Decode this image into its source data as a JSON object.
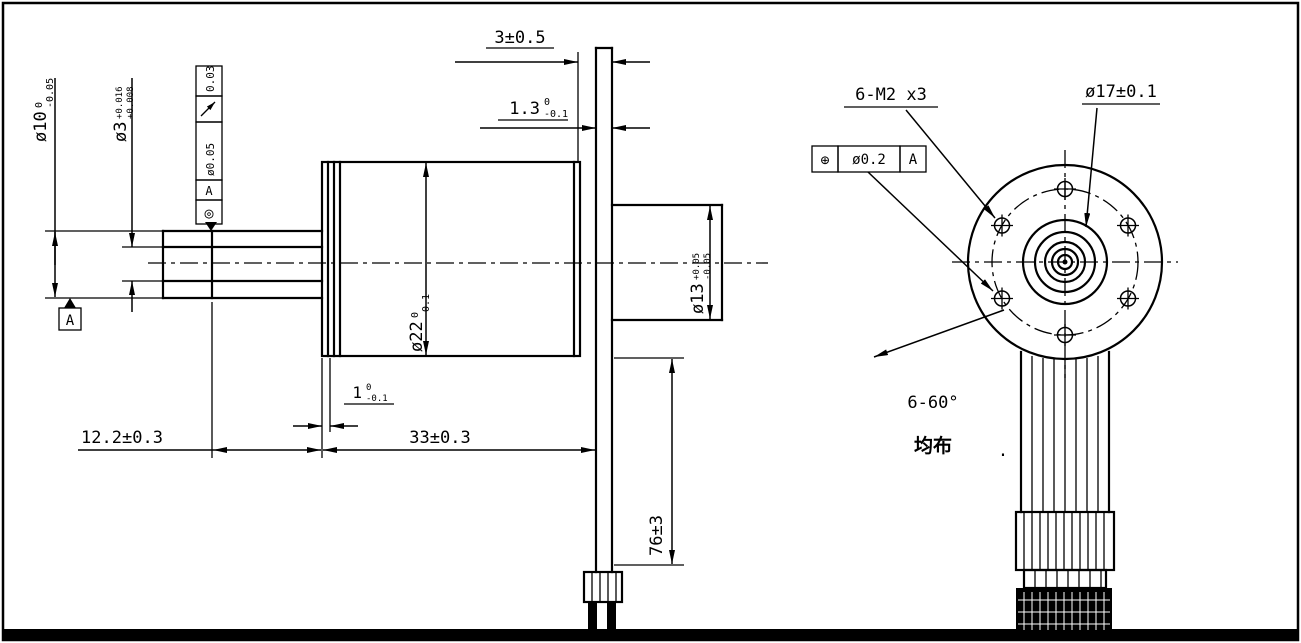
{
  "colors": {
    "ink": "#000000",
    "background": "#ffffff"
  },
  "side_view": {
    "dim_gap": "3±0.5",
    "dim_plate": {
      "main": "1.3",
      "tol_top": "0",
      "tol_bot": "-0.1"
    },
    "dim_shaft": {
      "main": "ø10",
      "tol_top": "0",
      "tol_bot": "-0.05"
    },
    "dim_tip": {
      "main": "ø3",
      "tol_top": "+0.016",
      "tol_bot": "+0.008"
    },
    "dim_body": {
      "main": "ø22",
      "tol_top": "0",
      "tol_bot": "-0.1"
    },
    "dim_rear": {
      "main": "ø13",
      "tol_top": "+0.05",
      "tol_bot": "-0.05"
    },
    "dim_boss": {
      "main": "1",
      "tol_top": "0",
      "tol_bot": "-0.1"
    },
    "dim_shaft_ext": "12.2±0.3",
    "dim_body_len": "33±0.3",
    "dim_wire_len": "76±3",
    "gdt_circularity": "0.03",
    "gdt_runout_tol": "ø0.05",
    "gdt_runout_datum": "A",
    "gdt_concentricity_symbol": "◎",
    "datum_label": "A"
  },
  "end_view": {
    "holes_note": "6-M2 x3",
    "gdt_position_symbol": "⊕",
    "gdt_position_tol": "ø0.2",
    "gdt_position_datum": "A",
    "pilot_dia": "ø17±0.1",
    "angle_note": "6-60°",
    "spacing_note": "均布",
    "stray_dot": "."
  }
}
